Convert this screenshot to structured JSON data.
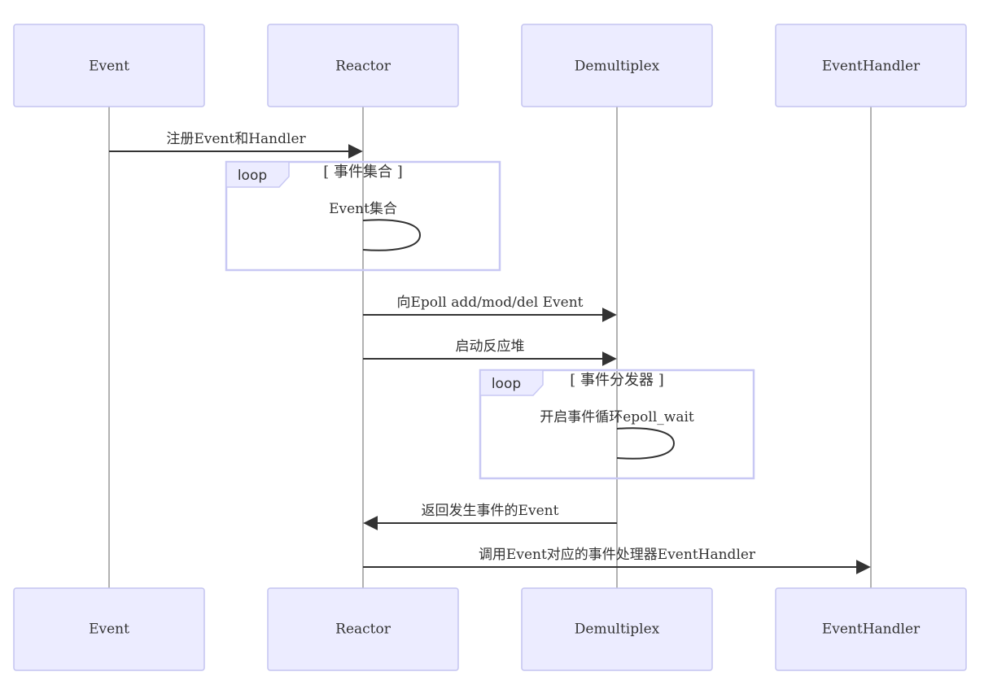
{
  "diagram": {
    "actors": [
      "Event",
      "Reactor",
      "Demultiplex",
      "EventHandler"
    ],
    "messages": [
      {
        "from": "Event",
        "to": "Reactor",
        "label": "注册Event和Handler"
      },
      {
        "from": "Reactor",
        "to": "Reactor",
        "label": "Event集合"
      },
      {
        "from": "Reactor",
        "to": "Demultiplex",
        "label": "向Epoll add/mod/del Event"
      },
      {
        "from": "Reactor",
        "to": "Demultiplex",
        "label": "启动反应堆"
      },
      {
        "from": "Demultiplex",
        "to": "Demultiplex",
        "label": "开启事件循环epoll_wait"
      },
      {
        "from": "Demultiplex",
        "to": "Reactor",
        "label": "返回发生事件的Event"
      },
      {
        "from": "Reactor",
        "to": "EventHandler",
        "label": "调用Event对应的事件处理器EventHandler"
      }
    ],
    "loops": [
      {
        "tag": "loop",
        "condition": "[ 事件集合 ]"
      },
      {
        "tag": "loop",
        "condition": "[ 事件分发器 ]"
      }
    ],
    "colors": {
      "actor_fill": "#ececff",
      "actor_border": "#c4c4f0",
      "line": "#333333"
    }
  }
}
